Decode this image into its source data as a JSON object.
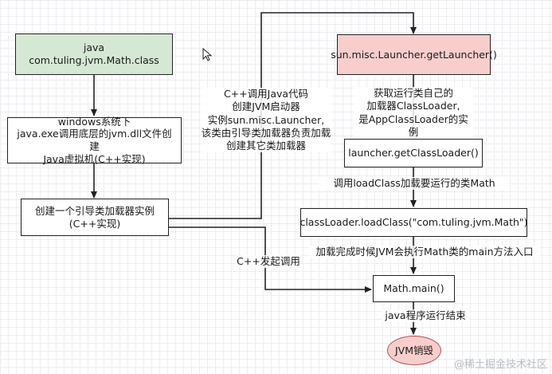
{
  "nodes": {
    "java_cmd": "java com.tuling.jvm.Math.class",
    "create_jvm": "windows系统下\njava.exe调用底层的jvm.dll文件创建\nJava虚拟机(C++实现)",
    "bootstrap": "创建一个引导类加载器实例\n(C++实现)",
    "get_launcher": "sun.misc.Launcher.getLauncher()",
    "get_classloader": "launcher.getClassLoader()",
    "load_class": "classLoader.loadClass(\"com.tuling.jvm.Math\")",
    "math_main": "Math.main()",
    "jvm_destroy": "JVM销毁"
  },
  "labels": {
    "cpp_call_java": "C++调用Java代码\n创建JVM启动器\n实例sun.misc.Launcher,\n该类由引导类加载器负责加载\n创建其它类加载器",
    "get_own_loader": "获取运行类自己的\n加载器ClassLoader,\n是AppClassLoader的实例",
    "call_loadclass": "调用loadClass加载要运行的类Math",
    "load_done": "加载完成时候JVM会执行Math类的main方法入口",
    "cpp_invoke": "C++发起调用",
    "program_end": "java程序运行结束"
  },
  "watermark": "@稀土掘金技术社区",
  "colors": {
    "start_fill": "#d5e8d4",
    "launcher_fill": "#f8cecc",
    "end_fill": "#f8cecc",
    "end_border": "#b85450",
    "line": "#222222"
  }
}
